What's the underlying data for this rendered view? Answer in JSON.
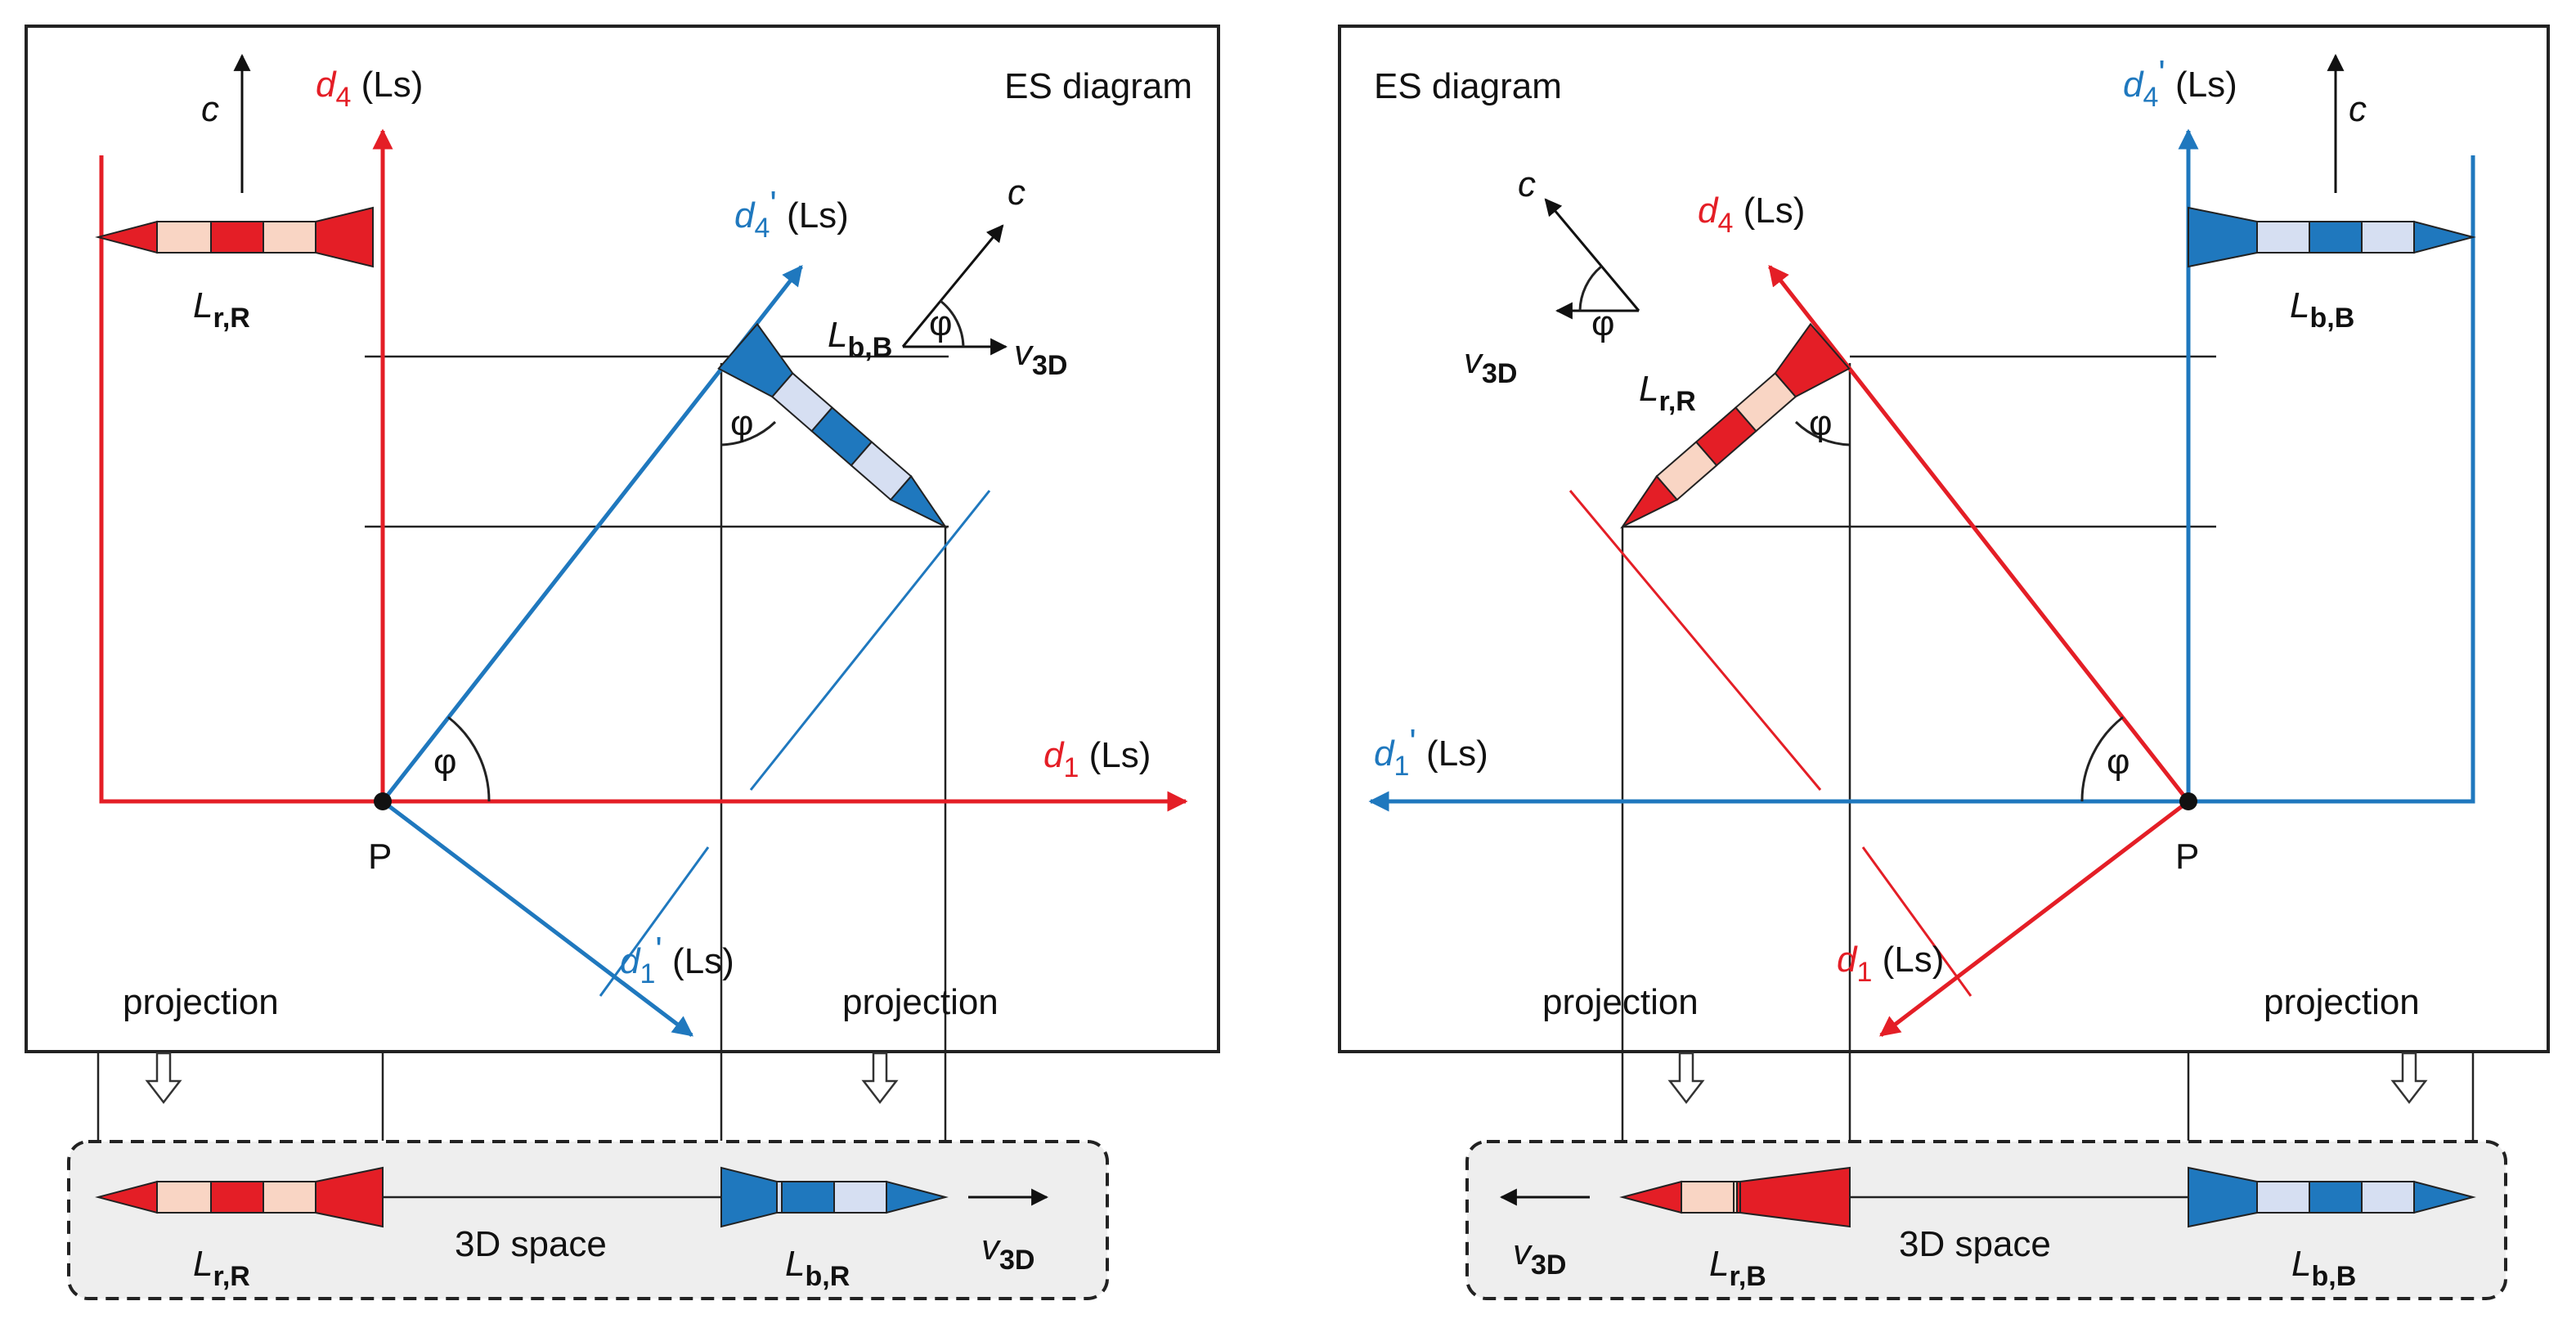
{
  "colors": {
    "red": "#e41e26",
    "blue": "#1f78be",
    "red_light": "#f9d5c4",
    "blue_light": "#d6dff2",
    "box_fill": "#eeeeee",
    "frame": "#222222"
  },
  "left": {
    "title": "ES diagram",
    "axis_d4": {
      "sym": "d",
      "sub": "4",
      "unit": " (Ls)"
    },
    "axis_d1": {
      "sym": "d",
      "sub": "1",
      "unit": " (Ls)"
    },
    "axis_d4p": {
      "sym": "d",
      "sub": "4",
      "prime": "'",
      "unit": " (Ls)"
    },
    "axis_d1p": {
      "sym": "d",
      "sub": "1",
      "prime": "'",
      "unit": " (Ls)"
    },
    "point": "P",
    "c": "c",
    "phi": "φ",
    "v3d": {
      "sym": "v",
      "sub": "3D"
    },
    "rocket_top": {
      "sym": "L",
      "sub": "r,R"
    },
    "rocket_tilted": {
      "sym": "L",
      "sub": "b,B"
    },
    "projection_left": "projection",
    "projection_right": "projection",
    "space": "3D space",
    "bottom_rocket_1": {
      "sym": "L",
      "sub": "r,R"
    },
    "bottom_rocket_2": {
      "sym": "L",
      "sub": "b,R"
    },
    "bottom_v3d": {
      "sym": "v",
      "sub": "3D"
    }
  },
  "right": {
    "title": "ES diagram",
    "axis_d4p": {
      "sym": "d",
      "sub": "4",
      "prime": "'",
      "unit": " (Ls)"
    },
    "axis_d4": {
      "sym": "d",
      "sub": "4",
      "unit": " (Ls)"
    },
    "axis_d1p": {
      "sym": "d",
      "sub": "1",
      "prime": "'",
      "unit": " (Ls)"
    },
    "axis_d1": {
      "sym": "d",
      "sub": "1",
      "unit": " (Ls)"
    },
    "point": "P",
    "c": "c",
    "phi": "φ",
    "v3d": {
      "sym": "v",
      "sub": "3D"
    },
    "rocket_top": {
      "sym": "L",
      "sub": "b,B"
    },
    "rocket_tilted": {
      "sym": "L",
      "sub": "r,R"
    },
    "projection_left": "projection",
    "projection_right": "projection",
    "space": "3D space",
    "bottom_rocket_1": {
      "sym": "L",
      "sub": "r,B"
    },
    "bottom_rocket_2": {
      "sym": "L",
      "sub": "b,B"
    },
    "bottom_v3d": {
      "sym": "v",
      "sub": "3D"
    }
  }
}
